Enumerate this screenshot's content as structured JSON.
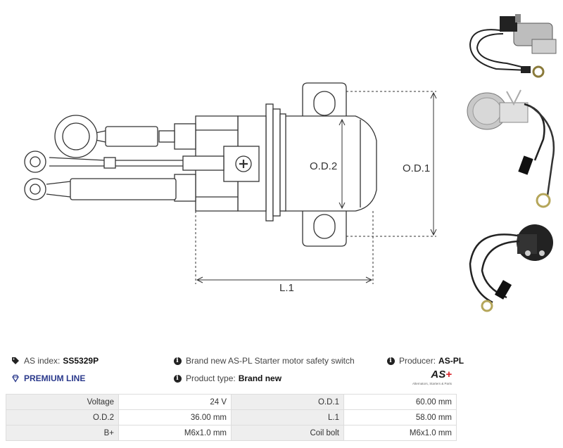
{
  "drawing": {
    "labels": {
      "od2": "O.D.2",
      "od1": "O.D.1",
      "l1": "L.1"
    }
  },
  "info": {
    "as_index_label": "AS index:",
    "as_index_value": "SS5329P",
    "premium": "PREMIUM LINE",
    "description": "Brand new AS-PL Starter motor safety switch",
    "product_type_label": "Product type:",
    "product_type_value": "Brand new",
    "producer_label": "Producer:",
    "producer_value": "AS-PL"
  },
  "logo": {
    "text": "AS",
    "tagline": "Alternators, Starters & Parts"
  },
  "specs": [
    {
      "label1": "Voltage",
      "value1": "24 V",
      "label2": "O.D.1",
      "value2": "60.00 mm"
    },
    {
      "label1": "O.D.2",
      "value1": "36.00 mm",
      "label2": "L.1",
      "value2": "58.00 mm"
    },
    {
      "label1": "B+",
      "value1": "M6x1.0 mm",
      "label2": "Coil bolt",
      "value2": "M6x1.0  mm"
    }
  ],
  "colors": {
    "premium": "#2b3a8c",
    "logo_accent": "#d8232a",
    "table_label_bg": "#eeeeee"
  }
}
